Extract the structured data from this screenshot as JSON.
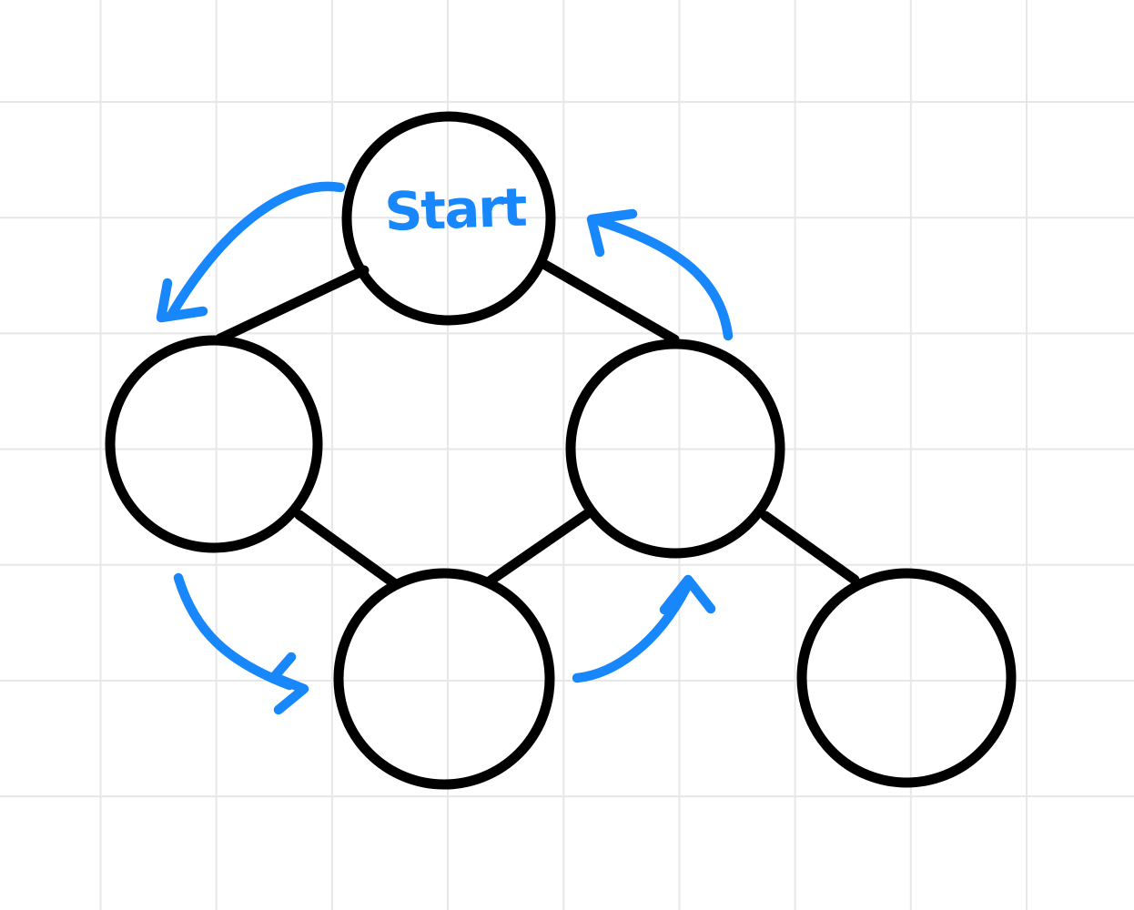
{
  "canvas": {
    "background_color": "#ffffff",
    "grid_color": "#e7e7e9",
    "ink_color": "#000000",
    "accent_color": "#1787fb"
  },
  "diagram": {
    "type": "hand-drawn node-link sketch",
    "nodes": [
      {
        "id": "start",
        "shape": "circle",
        "label": "Start",
        "label_color": "#1787fb"
      },
      {
        "id": "left",
        "shape": "circle",
        "label": ""
      },
      {
        "id": "right",
        "shape": "circle",
        "label": ""
      },
      {
        "id": "bottom-middle",
        "shape": "circle",
        "label": ""
      },
      {
        "id": "bottom-right",
        "shape": "circle",
        "label": ""
      }
    ],
    "edges": [
      {
        "from": "start",
        "to": "left",
        "style": "plain-line"
      },
      {
        "from": "start",
        "to": "right",
        "style": "plain-line"
      },
      {
        "from": "left",
        "to": "bottom-middle",
        "style": "plain-line"
      },
      {
        "from": "right",
        "to": "bottom-middle",
        "style": "plain-line"
      },
      {
        "from": "right",
        "to": "bottom-right",
        "style": "plain-line"
      }
    ],
    "arrows": [
      {
        "from": "start",
        "to": "left",
        "color": "#1787fb",
        "curve": "arcs over top-left, head points down-left"
      },
      {
        "from": "right",
        "to": "start",
        "color": "#1787fb",
        "curve": "arcs up along right side, head points up-left"
      },
      {
        "from": "left",
        "to": "bottom-middle",
        "color": "#1787fb",
        "curve": "arcs down-right, head points right"
      },
      {
        "from": "bottom-middle",
        "to": "right",
        "color": "#1787fb",
        "curve": "arcs up-right, head points up"
      }
    ]
  }
}
